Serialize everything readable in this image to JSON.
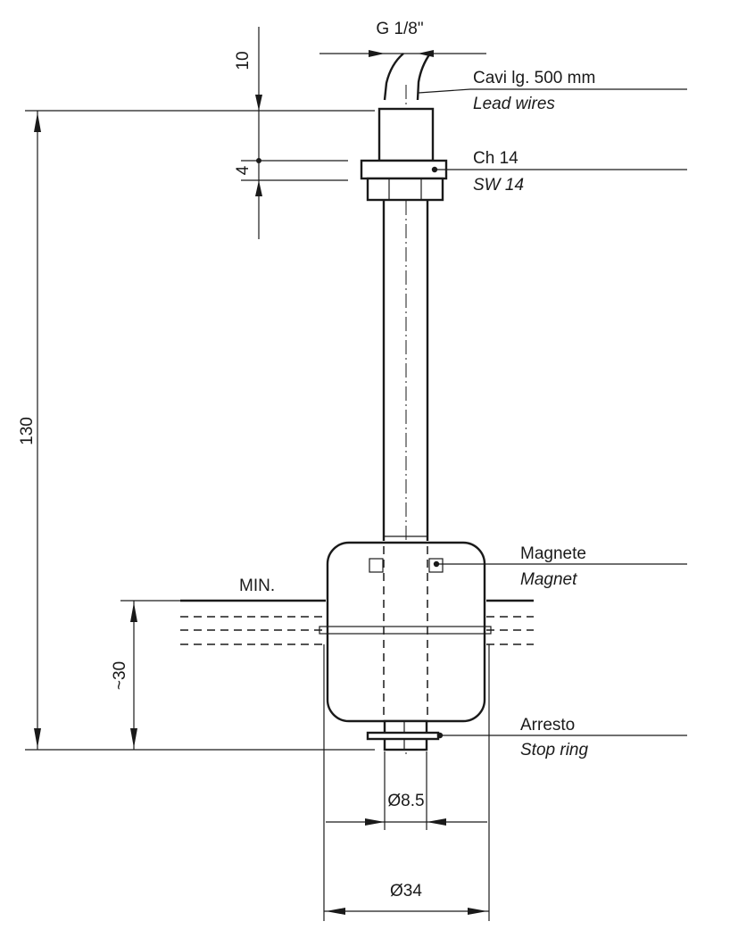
{
  "labels": {
    "thread": "G 1/8\"",
    "cable_it": "Cavi lg. 500 mm",
    "cable_en": "Lead wires",
    "hex_it": "Ch 14",
    "hex_en": "SW 14",
    "magnet_it": "Magnete",
    "magnet_en": "Magnet",
    "stop_it": "Arresto",
    "stop_en": "Stop ring",
    "min_level": "MIN."
  },
  "dimensions": {
    "top_lead": "10",
    "hex_height": "4",
    "total_length": "130",
    "float_offset": "~30",
    "stem_diameter": "Ø8.5",
    "float_diameter": "Ø34"
  }
}
